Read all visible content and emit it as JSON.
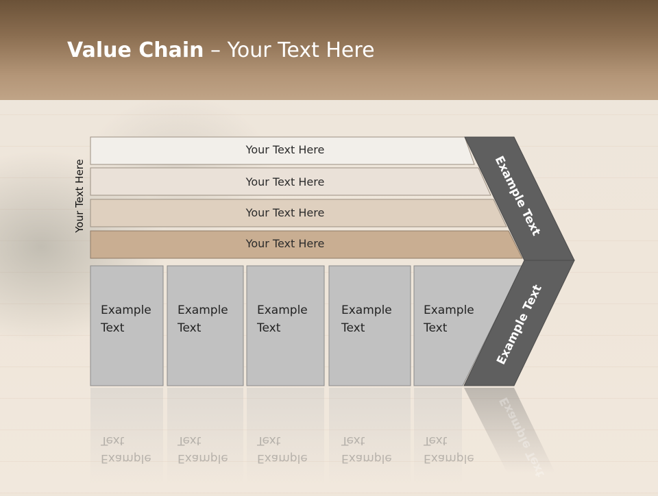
{
  "slide": {
    "title_bold": "Value Chain",
    "title_rest": " – Your Text Here"
  },
  "side_label": "Your Text Here",
  "rows": [
    {
      "label": "Your Text Here",
      "color": "#f2efea"
    },
    {
      "label": "Your Text Here",
      "color": "#eae1d8"
    },
    {
      "label": "Your Text Here",
      "color": "#dfd0bf"
    },
    {
      "label": "Your Text Here",
      "color": "#c9ae92"
    }
  ],
  "columns": [
    {
      "line1": "Example",
      "line2": "Text"
    },
    {
      "line1": "Example",
      "line2": "Text"
    },
    {
      "line1": "Example",
      "line2": "Text"
    },
    {
      "line1": "Example",
      "line2": "Text"
    },
    {
      "line1": "Example",
      "line2": "Text"
    }
  ],
  "chevron": {
    "upper_label": "Example Text",
    "lower_label": "Example Text",
    "color": "#5f5f5f"
  },
  "colors": {
    "header_top": "#6b5238",
    "column_fill": "#c1c1c1",
    "border": "#8a8a8a"
  }
}
